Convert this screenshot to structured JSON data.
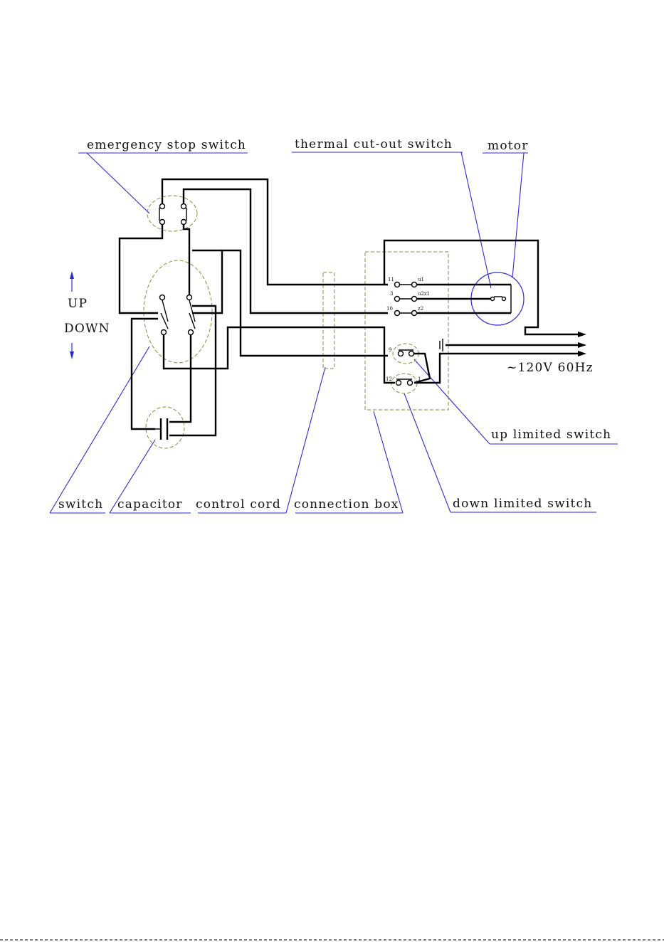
{
  "labels": {
    "emergency_stop_switch": "emergency stop switch",
    "thermal_cutout_switch": "thermal cut-out switch",
    "motor": "motor",
    "up": "UP",
    "down": "DOWN",
    "voltage": "~120V 60Hz",
    "up_limited_switch": "up limited switch",
    "down_limited_switch": "down limited switch",
    "switch": "switch",
    "capacitor": "capacitor",
    "control_cord": "control cord",
    "connection_box": "connection box"
  },
  "terminals": {
    "t11": "11",
    "u1": "u1",
    "t3": "3",
    "u2z1": "u2z1",
    "t10": "10",
    "z2": "z2",
    "t9": "9",
    "t12": "12",
    "t1": "1"
  },
  "colors": {
    "wire": "#000000",
    "leader": "#2b2bd6",
    "enclosure_dash": "#8c8a3a"
  }
}
